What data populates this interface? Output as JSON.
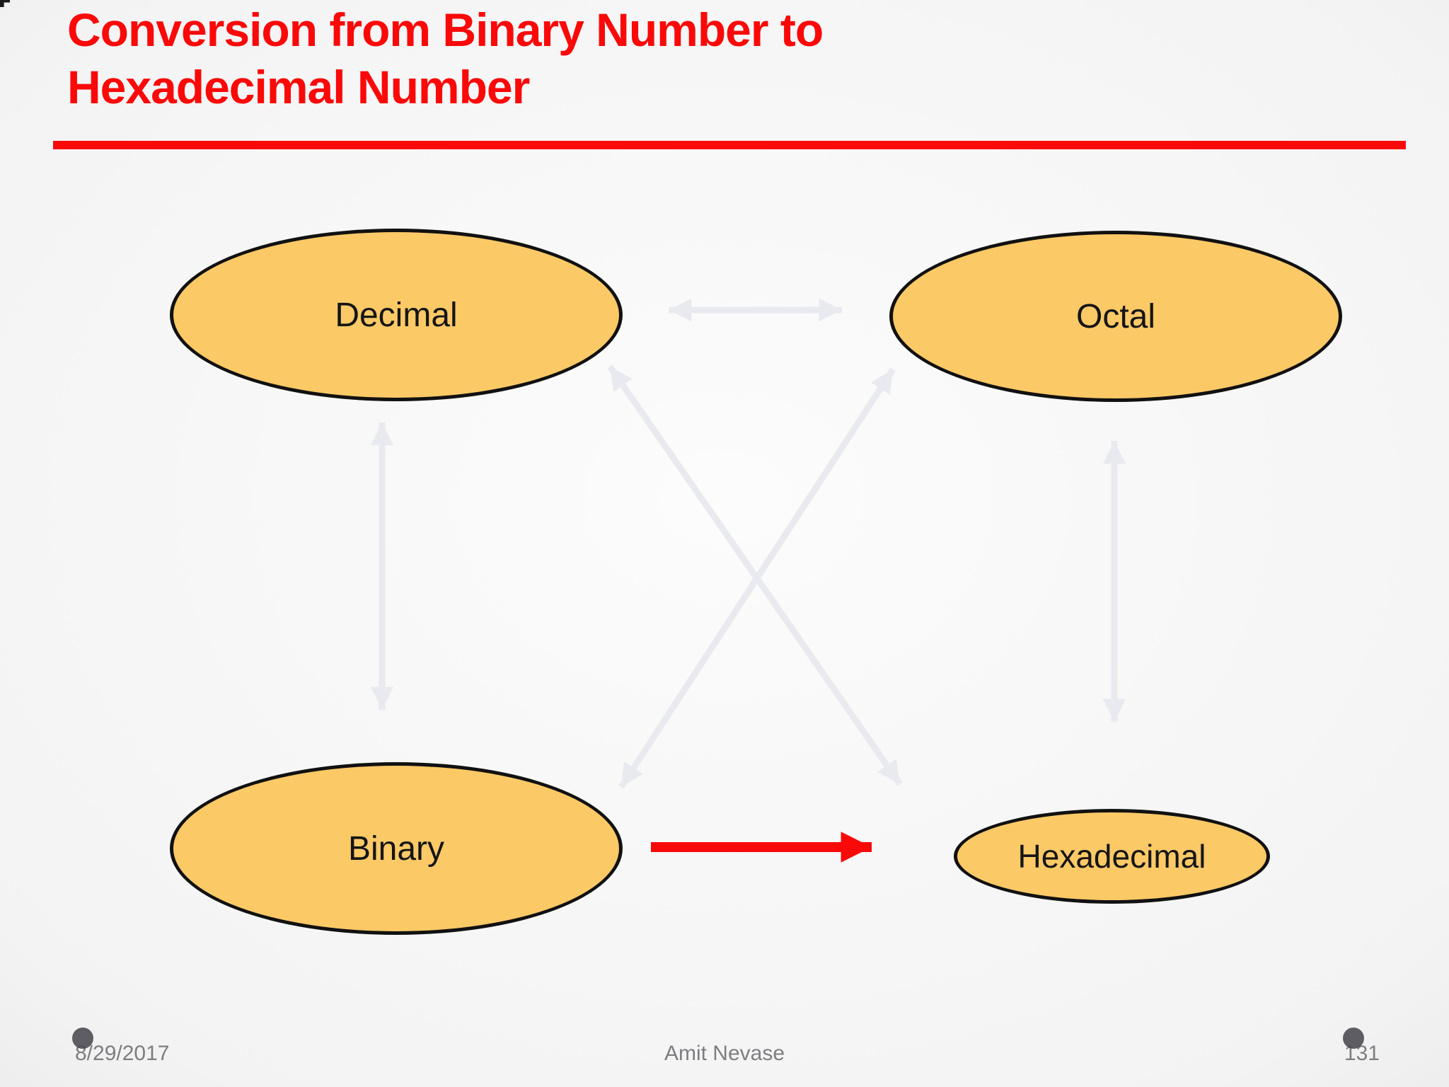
{
  "slide": {
    "title": {
      "line1": "Conversion from Binary Number to",
      "line2": "Hexadecimal Number"
    },
    "nodes": {
      "decimal": {
        "label": "Decimal"
      },
      "octal": {
        "label": "Octal"
      },
      "binary": {
        "label": "Binary"
      },
      "hexadecimal": {
        "label": "Hexadecimal"
      }
    },
    "connections": [
      {
        "from": "Decimal",
        "to": "Octal",
        "direction": "both",
        "style": "gray"
      },
      {
        "from": "Decimal",
        "to": "Binary",
        "direction": "both",
        "style": "gray"
      },
      {
        "from": "Octal",
        "to": "Hexadecimal",
        "direction": "both",
        "style": "gray"
      },
      {
        "from": "Decimal",
        "to": "Hexadecimal",
        "direction": "both",
        "style": "gray"
      },
      {
        "from": "Binary",
        "to": "Octal",
        "direction": "both",
        "style": "gray"
      },
      {
        "from": "Binary",
        "to": "Hexadecimal",
        "direction": "forward",
        "style": "red-highlight"
      }
    ],
    "footer": {
      "date": "8/29/2017",
      "author": "Amit Nevase",
      "page_number": "131"
    },
    "colors": {
      "accent_red": "#FA0909",
      "node_fill": "#FCC967",
      "node_border": "#111111",
      "arrow_gray": "#E8EAEF",
      "footer_text": "#7E7E82",
      "background_edge": "#D9D9D9",
      "background_center": "#FCFCFC"
    }
  }
}
